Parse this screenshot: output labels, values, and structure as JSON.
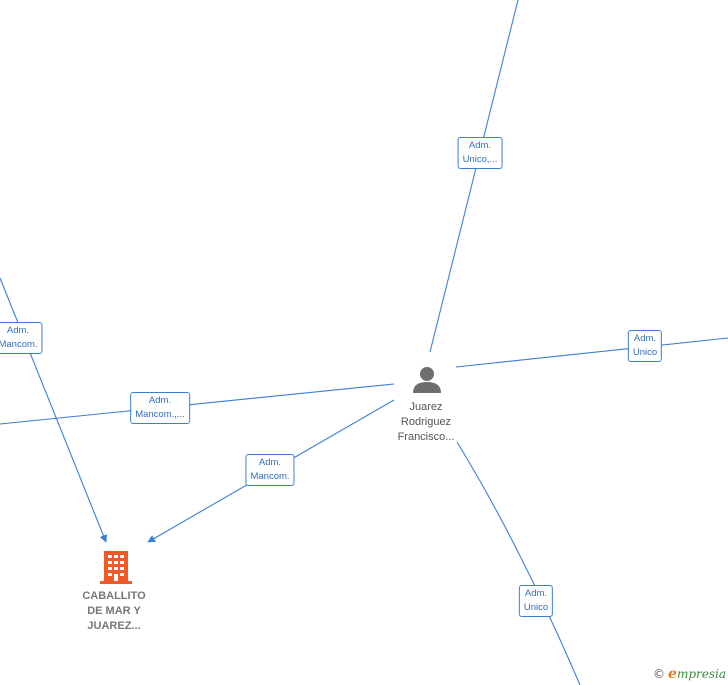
{
  "colors": {
    "edge": "#3a7fd5",
    "person": "#6e6e6e",
    "company": "#f05a28"
  },
  "nodes": {
    "person": {
      "icon": "person-icon",
      "lines": [
        "Juarez",
        "Rodriguez",
        "Francisco..."
      ]
    },
    "company": {
      "icon": "building-icon",
      "lines": [
        "CABALLITO",
        "DE MAR Y",
        "JUAREZ..."
      ]
    }
  },
  "edges": [
    {
      "label": [
        "Adm.",
        "Unico,..."
      ]
    },
    {
      "label": [
        "Adm.",
        "Unico"
      ]
    },
    {
      "label": [
        "Adm.",
        "Unico"
      ]
    },
    {
      "label": [
        "Adm.",
        "Mancom."
      ]
    },
    {
      "label": [
        "Adm.",
        "Mancom.,..."
      ]
    },
    {
      "label": [
        "Adm.",
        "Mancom."
      ]
    }
  ],
  "brand": {
    "copyright": "©",
    "initial": "e",
    "rest": "mpresia"
  }
}
